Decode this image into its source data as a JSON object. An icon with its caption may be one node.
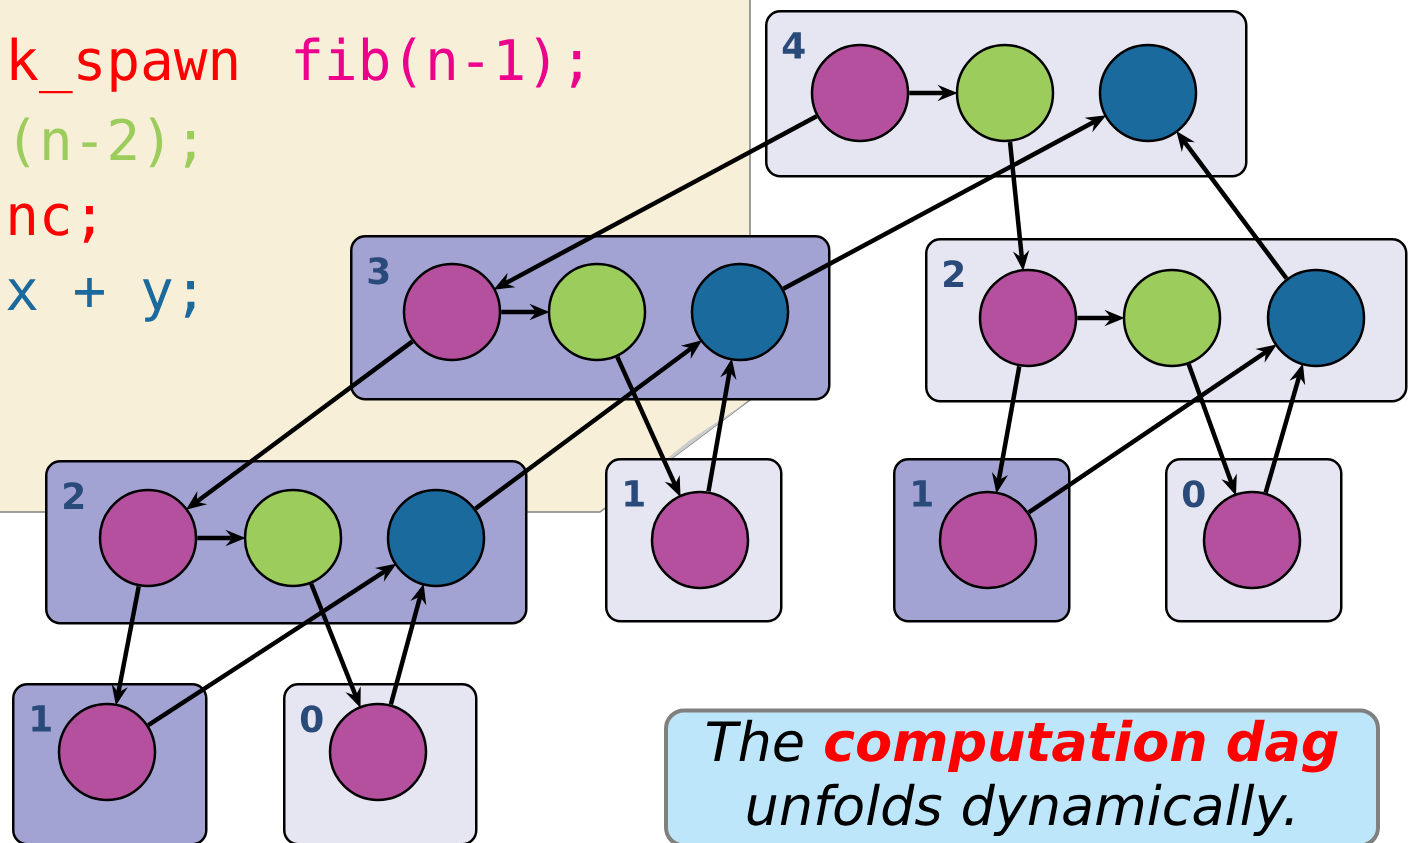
{
  "diagram": {
    "nodes": [
      {
        "text": [
          "4"
        ]
      },
      {
        "text": [],
        "shape": "circle",
        "in": 0
      },
      {
        "text": [],
        "shape": "circle",
        "in": 0
      },
      {
        "text": [],
        "shape": "circle",
        "in": 0
      },
      {
        "text": [
          "3"
        ]
      },
      {
        "text": [],
        "shape": "circle",
        "in": 4
      },
      {
        "text": [],
        "shape": "circle",
        "in": 4
      },
      {
        "text": [],
        "shape": "circle",
        "in": 4
      },
      {
        "text": [
          "2"
        ]
      },
      {
        "text": [],
        "shape": "circle",
        "in": 8
      },
      {
        "text": [],
        "shape": "circle",
        "in": 8
      },
      {
        "text": [],
        "shape": "circle",
        "in": 8
      },
      {
        "text": [
          "2"
        ]
      },
      {
        "text": [],
        "shape": "circle",
        "in": 12
      },
      {
        "text": [],
        "shape": "circle",
        "in": 12
      },
      {
        "text": [],
        "shape": "circle",
        "in": 12
      },
      {
        "text": [
          "1"
        ]
      },
      {
        "text": [],
        "shape": "circle",
        "in": 16
      },
      {
        "text": [
          "1"
        ]
      },
      {
        "text": [],
        "shape": "circle",
        "in": 18
      },
      {
        "text": [
          "0"
        ]
      },
      {
        "text": [],
        "shape": "circle",
        "in": 20
      },
      {
        "text": [
          "1"
        ]
      },
      {
        "text": [],
        "shape": "circle",
        "in": 22
      },
      {
        "text": [
          "0"
        ]
      },
      {
        "text": [],
        "shape": "circle",
        "in": 24
      },
      {
        "text": [
          "The **computation dag** unfolds dynamically."
        ]
      }
    ],
    "edges": [
      {
        "from": 1,
        "to": 2,
        "arrow": "to"
      },
      {
        "from": 1,
        "to": 5,
        "arrow": "to"
      },
      {
        "from": 2,
        "to": 9,
        "arrow": "to"
      },
      {
        "from": 11,
        "to": 3,
        "arrow": "to"
      },
      {
        "from": 7,
        "to": 3,
        "arrow": "to"
      },
      {
        "from": 5,
        "to": 6,
        "arrow": "to"
      },
      {
        "from": 5,
        "to": 13,
        "arrow": "to"
      },
      {
        "from": 6,
        "to": 17,
        "arrow": "to"
      },
      {
        "from": 17,
        "to": 7,
        "arrow": "to"
      },
      {
        "from": 15,
        "to": 7,
        "arrow": "to"
      },
      {
        "from": 9,
        "to": 10,
        "arrow": "to"
      },
      {
        "from": 9,
        "to": 19,
        "arrow": "to"
      },
      {
        "from": 10,
        "to": 21,
        "arrow": "to"
      },
      {
        "from": 19,
        "to": 11,
        "arrow": "to"
      },
      {
        "from": 21,
        "to": 11,
        "arrow": "to"
      },
      {
        "from": 13,
        "to": 14,
        "arrow": "to"
      },
      {
        "from": 13,
        "to": 23,
        "arrow": "to"
      },
      {
        "from": 14,
        "to": 25,
        "arrow": "to"
      },
      {
        "from": 23,
        "to": 15,
        "arrow": "to"
      },
      {
        "from": 25,
        "to": 15,
        "arrow": "to"
      }
    ],
    "labels": [
      "k_spawn",
      "fib(n-1);",
      "(n-2);",
      "nc;",
      "x + y;"
    ]
  }
}
